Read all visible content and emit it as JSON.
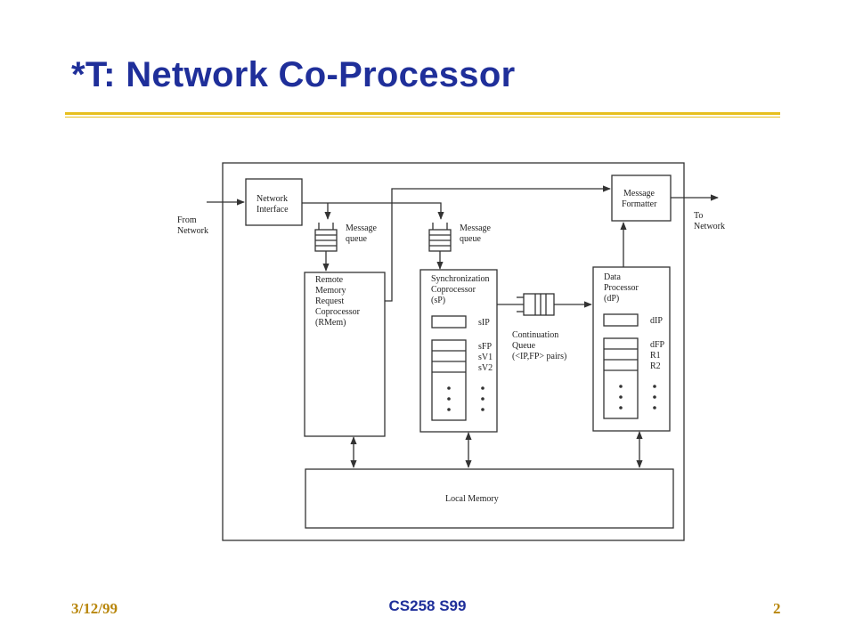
{
  "title": "*T: Network Co-Processor",
  "footer": {
    "date": "3/12/99",
    "course": "CS258 S99",
    "page": "2"
  },
  "colors": {
    "title": "#1f2f9a",
    "accent": "#e7bf1e",
    "footer_side": "#b8860b"
  },
  "diagram": {
    "from_network": [
      "From",
      "Network"
    ],
    "to_network": [
      "To",
      "Network"
    ],
    "network_interface": [
      "Network",
      "Interface"
    ],
    "message_formatter": [
      "Message",
      "Formatter"
    ],
    "message_queue_1": [
      "Message",
      "queue"
    ],
    "message_queue_2": [
      "Message",
      "queue"
    ],
    "rmem": [
      "Remote",
      "Memory",
      "Request",
      "Coprocessor",
      "(RMem)"
    ],
    "sync": [
      "Synchronization",
      "Coprocessor",
      "(sP)"
    ],
    "sync_regs": {
      "sip": "sIP",
      "sfp": "sFP",
      "sv1": "sV1",
      "sv2": "sV2"
    },
    "continuation": [
      "Continuation",
      "Queue",
      "(<IP,FP> pairs)"
    ],
    "data": [
      "Data",
      "Processor",
      "(dP)"
    ],
    "data_regs": {
      "dip": "dIP",
      "dfp": "dFP",
      "r1": "R1",
      "r2": "R2"
    },
    "local_memory": "Local Memory"
  }
}
